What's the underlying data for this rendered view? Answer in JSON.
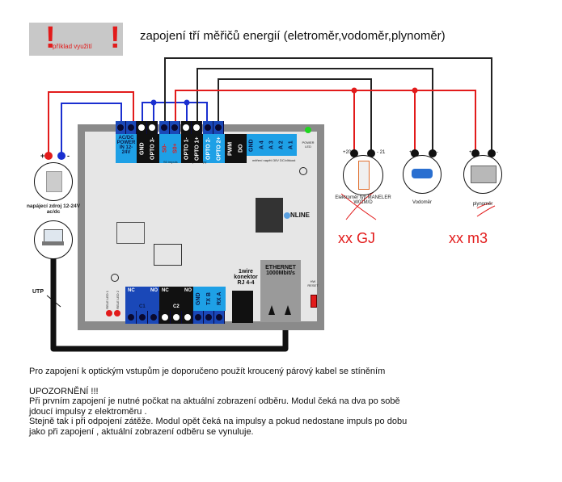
{
  "header": {
    "badge_label": "příklad využití",
    "badge_mark": "!",
    "title": "zapojení tří měřičů energií (eletroměr,vodoměr,plynoměr)"
  },
  "board": {
    "terminals_top": [
      "AC/DC POWER IN 12-24V",
      "GND",
      "OPTO 3-",
      "S0-",
      "S0+",
      "OPTO 1-",
      "OPTO 1+",
      "OPTO 2-",
      "OPTO 2+",
      "PWM",
      "DO",
      "GND",
      "A 4",
      "A 3",
      "A 2",
      "A 1"
    ],
    "label_s0": "S0 impuls",
    "label_opto": "optovstupy",
    "label_analog": "měření napětí 30V DC/vlhkost",
    "power_led": "POWER LED",
    "logo": "NLINE",
    "relay_leds": [
      "RELE LED 1",
      "RELE LED 2"
    ],
    "relay1": {
      "nc": "NC",
      "no": "NO",
      "name": "C1"
    },
    "relay2": {
      "nc": "NC",
      "no": "NO",
      "name": "C2"
    },
    "bus": [
      "GND",
      "TX B",
      "RX A"
    ],
    "onewire": "1wire konektor RJ 4-4",
    "ethernet": "ETHERNET 1000Mbit/s",
    "reset": "HW RESET"
  },
  "power_supply": {
    "plus": "+",
    "minus": "-",
    "label": "napájecí zdroj 12-24V ac/dc"
  },
  "laptop": {
    "cable_label": "UTP"
  },
  "meters": [
    {
      "name": "elektroměr",
      "caption": "Elektroměr typ MANELER W01M/D",
      "pins": [
        "+20",
        "- 21"
      ],
      "unit": "xx GJ"
    },
    {
      "name": "vodoměr",
      "caption": "Vodoměr",
      "pins": [
        "+",
        "-"
      ],
      "unit": ""
    },
    {
      "name": "plynoměr",
      "caption": "plynoměr",
      "pins": [
        "+",
        "-"
      ],
      "unit": "xx m3"
    }
  ],
  "notes": {
    "line1": "Pro zapojení k optickým vstupům je doporučeno použít kroucený párový kabel se stíněním",
    "warning_title": "UPOZORNĚNÍ !!!",
    "para1_a": "Při prvním zapojení je nutné počkat na aktuální zobrazení odběru. Modul čeká na dva po sobě",
    "para1_b": "jdoucí  impulsy z elektroměru .",
    "para2_a": "Stejně tak i při odpojení zátěže. Modul opět čeká na impulsy a pokud nedostane impuls po dobu",
    "para2_b": "jako při zapojení , aktuální zobrazení odběru se vynuluje."
  },
  "colors": {
    "wire_red": "#e21b1b",
    "wire_blue": "#1a2fd0",
    "wire_black": "#222222",
    "terminal_blue": "#1a48b8",
    "label_blue": "#1ea0e6"
  }
}
